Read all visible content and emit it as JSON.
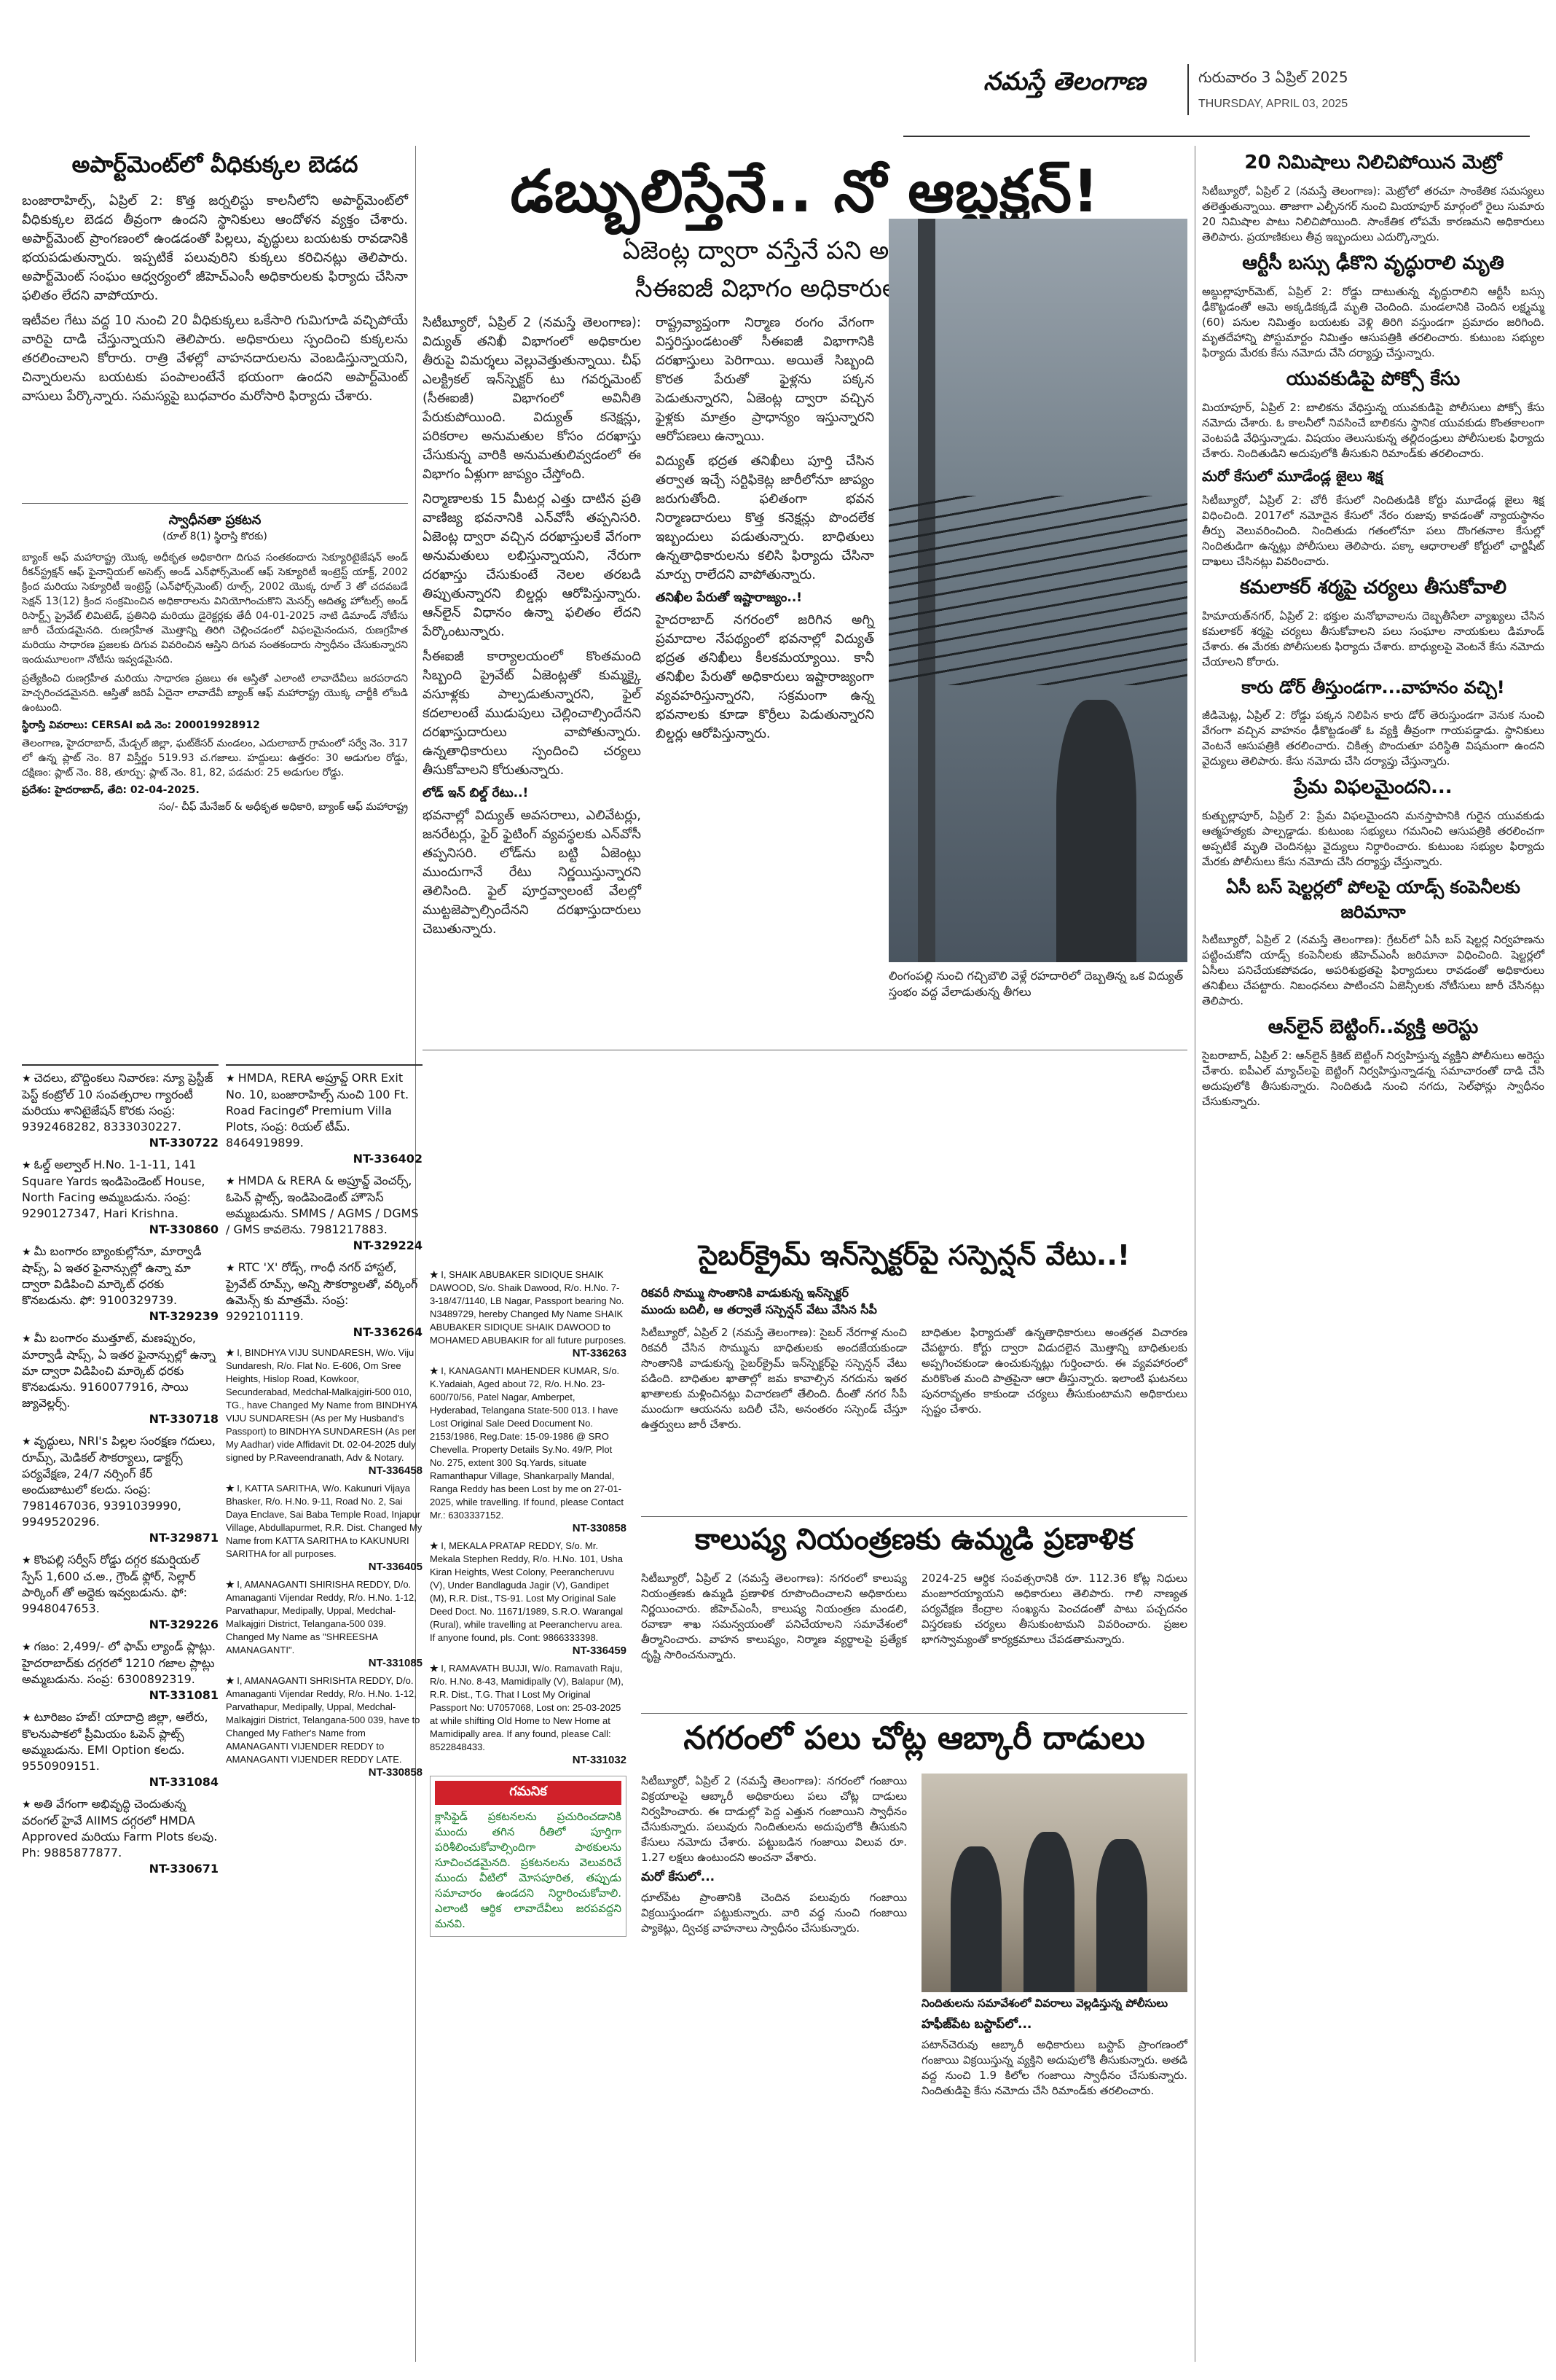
{
  "masthead": {
    "logo": "నమస్తే తెలంగాణ",
    "date_te": "గురువారం 3 ఏప్రిల్ 2025",
    "date_en": "THURSDAY, APRIL 03, 2025"
  },
  "col1": {
    "headline": "అపార్ట్‌మెంట్‌లో వీధికుక్కల బెడద",
    "body": [
      "బంజారాహిల్స్, ఏప్రిల్ 2: కొత్త జర్నలిస్టు కాలనీలోని అపార్ట్‌మెంట్‌లో వీధికుక్కల బెడద తీవ్రంగా ఉందని స్థానికులు ఆందోళన వ్యక్తం చేశారు. అపార్ట్‌మెంట్ ప్రాంగణంలో ఉండడంతో పిల్లలు, వృద్ధులు బయటకు రావడానికి భయపడుతున్నారు. ఇప్పటికే పలువురిని కుక్కలు కరిచినట్లు తెలిపారు. అపార్ట్‌మెంట్ సంఘం ఆధ్వర్యంలో జీహెచ్‌ఎంసీ అధికారులకు ఫిర్యాదు చేసినా ఫలితం లేదని వాపోయారు.",
      "ఇటీవల గేటు వద్ద 10 నుంచి 20 వీధికుక్కలు ఒకేసారి గుమిగూడి వచ్చిపోయే వారిపై దాడి చేస్తున్నాయని తెలిపారు. అధికారులు స్పందించి కుక్కలను తరలించాలని కోరారు. రాత్రి వేళల్లో వాహనదారులను వెంబడిస్తున్నాయని, చిన్నారులను బయటకు పంపాలంటేనే భయంగా ఉందని అపార్ట్‌మెంట్ వాసులు పేర్కొన్నారు. సమస్యపై బుధవారం మరోసారి ఫిర్యాదు చేశారు."
    ],
    "notice_title": "స్వాధీనతా ప్రకటన",
    "notice_sub": "(రూల్ 8(1) స్థిరాస్తి కొరకు)",
    "notice_body": [
      "బ్యాంక్ ఆఫ్ మహారాష్ట్ర యొక్క అధీకృత అధికారిగా దిగువ సంతకందారు సెక్యూరిటైజేషన్ అండ్ రీకన్‌స్ట్రక్షన్ ఆఫ్ ఫైనాన్షియల్ అసెట్స్ అండ్ ఎన్‌ఫోర్స్‌మెంట్ ఆఫ్ సెక్యూరిటీ ఇంట్రెస్ట్ యాక్ట్, 2002 క్రింద మరియు సెక్యూరిటీ ఇంట్రెస్ట్ (ఎన్‌ఫోర్స్‌మెంట్) రూల్స్, 2002 యొక్క రూల్ 3 తో చదవబడే సెక్షన్ 13(12) క్రింద సంక్రమించిన అధికారాలను వినియోగించుకొని మెసర్స్ ఆదిత్య హోటల్స్ అండ్ రిసార్ట్స్ ప్రైవేట్ లిమిటెడ్, ప్రతినిధి మరియు డైరెక్టర్లకు తేదీ 04-01-2025 నాటి డిమాండ్ నోటీసు జారీ చేయడమైనది. రుణగ్రహీత మొత్తాన్ని తిరిగి చెల్లించడంలో విఫలమైనందున, రుణగ్రహీత మరియు సాధారణ ప్రజలకు దిగువ వివరించిన ఆస్తిని దిగువ సంతకందారు స్వాధీనం చేసుకున్నారని ఇందుమూలంగా నోటీసు ఇవ్వడమైనది.",
      "ప్రత్యేకించి రుణగ్రహీత మరియు సాధారణ ప్రజలు ఈ ఆస్తితో ఎలాంటి లావాదేవీలు జరపరాదని హెచ్చరించడమైనది. ఆస్తితో జరిపే ఏదైనా లావాదేవీ బ్యాంక్ ఆఫ్ మహారాష్ట్ర యొక్క చార్జీకి లోబడి ఉంటుంది."
    ],
    "notice_prop_title": "స్థిరాస్తి వివరాలు:",
    "notice_cersai": "స్థిరాస్తి వివరాలు: CERSAI ఐడి నెం: 200019928912",
    "notice_prop": "తెలంగాణ, హైదరాబాద్, మేడ్చల్ జిల్లా, ఘట్‌కేసర్ మండలం, ఎదులాబాద్ గ్రామంలో సర్వే నెం. 317 లో ఉన్న ప్లాట్ నెం. 87 విస్తీర్ణం 519.93 చ.గజాలు. హద్దులు: ఉత్తరం: 30 అడుగుల రోడ్డు, దక్షిణం: ప్లాట్ నెం. 88, తూర్పు: ప్లాట్ నెం. 81, 82, పడమర: 25 అడుగుల రోడ్డు.",
    "notice_place": "ప్రదేశం: హైదరాబాద్, తేది: 02-04-2025.",
    "notice_sign": "సం/- చీఫ్ మేనేజర్ & అధీకృత అధికారి, బ్యాంక్ ఆఫ్ మహారాష్ట్ర"
  },
  "main": {
    "headline": "డబ్బులిస్తేనే.. నో ఆబ్జక్షన్!",
    "deck1": "ఏజెంట్ల ద్వారా వస్తేనే పని అవుతుంది..",
    "deck2": "సీఈఐజీ విభాగం అధికారుల తీరిది..",
    "col_a": [
      "సిటీబ్యూరో, ఏప్రిల్ 2 (నమస్తే తెలంగాణ): విద్యుత్ తనిఖీ విభాగంలో అధికారుల తీరుపై విమర్శలు వెల్లువెత్తుతున్నాయి. చీఫ్ ఎలక్ట్రికల్ ఇన్‌స్పెక్టర్ టు గవర్నమెంట్ (సీఈఐజీ) విభాగంలో అవినీతి పేరుకుపోయింది. విద్యుత్ కనెక్షన్లు, పరికరాల అనుమతుల కోసం దరఖాస్తు చేసుకున్న వారికి అనుమతులివ్వడంలో ఈ విభాగం ఏళ్లుగా జాప్యం చేస్తోంది.",
      "నిర్మాణాలకు 15 మీటర్ల ఎత్తు దాటిన ప్రతి వాణిజ్య భవనానికి ఎన్‌వోసీ తప్పనిసరి. ఏజెంట్ల ద్వారా వచ్చిన దరఖాస్తులకే వేగంగా అనుమతులు లభిస్తున్నాయని, నేరుగా దరఖాస్తు చేసుకుంటే నెలల తరబడి తిప్పుతున్నారని బిల్డర్లు ఆరోపిస్తున్నారు. ఆన్‌లైన్ విధానం ఉన్నా ఫలితం లేదని పేర్కొంటున్నారు.",
      "సీఈఐజీ కార్యాలయంలో కొంతమంది సిబ్బంది ప్రైవేట్ ఏజెంట్లతో కుమ్మక్కై వసూళ్లకు పాల్పడుతున్నారని, ఫైల్ కదలాలంటే ముడుపులు చెల్లించాల్సిందేనని దరఖాస్తుదారులు వాపోతున్నారు. ఉన్నతాధికారులు స్పందించి చర్యలు తీసుకోవాలని కోరుతున్నారు."
    ],
    "col_a_sub": "లోడ్ ఇన్ బిల్డ్ రేటు..!",
    "col_a_tail": "భవనాల్లో విద్యుత్ అవసరాలు, ఎలివేటర్లు, జనరేటర్లు, ఫైర్ ఫైటింగ్ వ్యవస్థలకు ఎన్‌వోసీ తప్పనిసరి. లోడ్‌ను బట్టి ఏజెంట్లు ముందుగానే రేటు నిర్ణయిస్తున్నారని తెలిసింది. ఫైల్ పూర్తవ్వాలంటే వేలల్లో ముట్టజెప్పాల్సిందేనని దరఖాస్తుదారులు చెబుతున్నారు.",
    "col_b": [
      "రాష్ట్రవ్యాప్తంగా నిర్మాణ రంగం వేగంగా విస్తరిస్తుండటంతో సీఈఐజీ విభాగానికి దరఖాస్తులు పెరిగాయి. అయితే సిబ్బంది కొరత పేరుతో ఫైళ్లను పక్కన పెడుతున్నారని, ఏజెంట్ల ద్వారా వచ్చిన ఫైళ్లకు మాత్రం ప్రాధాన్యం ఇస్తున్నారని ఆరోపణలు ఉన్నాయి.",
      "విద్యుత్ భద్రత తనిఖీలు పూర్తి చేసిన తర్వాత ఇచ్చే సర్టిఫికెట్ల జారీలోనూ జాప్యం జరుగుతోంది. ఫలితంగా భవన నిర్మాణదారులు కొత్త కనెక్షన్లు పొందలేక ఇబ్బందులు పడుతున్నారు. బాధితులు ఉన్నతాధికారులను కలిసి ఫిర్యాదు చేసినా మార్పు రాలేదని వాపోతున్నారు."
    ],
    "col_b_sub": "తనిఖీల పేరుతో ఇష్టారాజ్యం..!",
    "col_b_tail": "హైదరాబాద్ నగరంలో జరిగిన అగ్ని ప్రమాదాల నేపథ్యంలో భవనాల్లో విద్యుత్ భద్రత తనిఖీలు కీలకమయ్యాయి. కానీ తనిఖీల పేరుతో అధికారులు ఇష్టారాజ్యంగా వ్యవహరిస్తున్నారని, సక్రమంగా ఉన్న భవనాలకు కూడా కొర్రీలు పెడుతున్నారని బిల్డర్లు ఆరోపిస్తున్నారు.",
    "photo_caption": "లింగంపల్లి నుంచి గచ్చిబౌలి వెళ్లే రహదారిలో దెబ్బతిన్న ఒక విద్యుత్ స్తంభం వద్ద వేలాడుతున్న తీగలు"
  },
  "col5": {
    "metro": {
      "headline": "20 నిమిషాలు నిలిచిపోయిన మెట్రో",
      "body": "సిటీబ్యూరో, ఏప్రిల్ 2 (నమస్తే తెలంగాణ): మెట్రోలో తరచూ సాంకేతిక సమస్యలు తలెత్తుతున్నాయి. తాజాగా ఎల్బీనగర్ నుంచి మియాపూర్ మార్గంలో రైలు సుమారు 20 నిమిషాల పాటు నిలిచిపోయింది. సాంకేతిక లోపమే కారణమని అధికారులు తెలిపారు. ప్రయాణికులు తీవ్ర ఇబ్బందులు ఎదుర్కొన్నారు."
    },
    "accident": {
      "headline": "ఆర్టీసీ బస్సు ఢీకొని వృద్ధురాలి మృతి",
      "body": "అబ్దుల్లాపూర్‌మెట్, ఏప్రిల్ 2: రోడ్డు దాటుతున్న వృద్ధురాలిని ఆర్టీసీ బస్సు ఢీకొట్టడంతో ఆమె అక్కడికక్కడే మృతి చెందింది. మండలానికి చెందిన లక్ష్మమ్మ (60) పనుల నిమిత్తం బయటకు వెళ్లి తిరిగి వస్తుండగా ప్రమాదం జరిగింది. మృతదేహాన్ని పోస్టుమార్టం నిమిత్తం ఆసుపత్రికి తరలించారు. కుటుంబ సభ్యుల ఫిర్యాదు మేరకు కేసు నమోదు చేసి దర్యాప్తు చేస్తున్నారు."
    },
    "pocso": {
      "headline": "యువకుడిపై పోక్సో కేసు",
      "body": "మియాపూర్, ఏప్రిల్ 2: బాలికను వేధిస్తున్న యువకుడిపై పోలీసులు పోక్సో కేసు నమోదు చేశారు. ఓ కాలనీలో నివసించే బాలికను స్థానిక యువకుడు కొంతకాలంగా వెంటపడి వేధిస్తున్నాడు. విషయం తెలుసుకున్న తల్లిదండ్రులు పోలీసులకు ఫిర్యాదు చేశారు. నిందితుడిని అదుపులోకి తీసుకుని రిమాండ్‌కు తరలించారు."
    },
    "jail": {
      "headline": "మరో కేసులో మూడేండ్ల జైలు శిక్ష",
      "body": "సిటీబ్యూరో, ఏప్రిల్ 2: చోరీ కేసులో నిందితుడికి కోర్టు మూడేండ్ల జైలు శిక్ష విధించింది. 2017లో నమోదైన కేసులో నేరం రుజువు కావడంతో న్యాయస్థానం తీర్పు వెలువరించింది. నిందితుడు గతంలోనూ పలు దొంగతనాల కేసుల్లో నిందితుడిగా ఉన్నట్లు పోలీసులు తెలిపారు. పక్కా ఆధారాలతో కోర్టులో ఛార్జిషీట్ దాఖలు చేసినట్లు వివరించారు."
    },
    "kamalakar": {
      "headline": "కమలాకర్ శర్మపై చర్యలు తీసుకోవాలి",
      "body": "హిమాయత్‌నగర్, ఏప్రిల్ 2: భక్తుల మనోభావాలను దెబ్బతీసేలా వ్యాఖ్యలు చేసిన కమలాకర్ శర్మపై చర్యలు తీసుకోవాలని పలు సంఘాల నాయకులు డిమాండ్ చేశారు. ఈ మేరకు పోలీసులకు ఫిర్యాదు చేశారు. బాధ్యులపై వెంటనే కేసు నమోదు చేయాలని కోరారు."
    },
    "car": {
      "headline": "కారు డోర్ తీస్తుండగా...వాహనం వచ్చి!",
      "body": "జీడిమెట్ల, ఏప్రిల్ 2: రోడ్డు పక్కన నిలిపిన కారు డోర్ తెరుస్తుండగా వెనుక నుంచి వేగంగా వచ్చిన వాహనం ఢీకొట్టడంతో ఓ వ్యక్తి తీవ్రంగా గాయపడ్డాడు. స్థానికులు వెంటనే ఆసుపత్రికి తరలించారు. చికిత్స పొందుతూ పరిస్థితి విషమంగా ఉందని వైద్యులు తెలిపారు. కేసు నమోదు చేసి దర్యాప్తు చేస్తున్నారు."
    },
    "love": {
      "headline": "ప్రేమ విఫలమైందని...",
      "body": "కుత్బుల్లాపూర్, ఏప్రిల్ 2: ప్రేమ విఫలమైందని మనస్తాపానికి గురైన యువకుడు ఆత్మహత్యకు పాల్పడ్డాడు. కుటుంబ సభ్యులు గమనించి ఆసుపత్రికి తరలించగా అప్పటికే మృతి చెందినట్లు వైద్యులు నిర్ధారించారు. కుటుంబ సభ్యుల ఫిర్యాదు మేరకు పోలీసులు కేసు నమోదు చేసి దర్యాప్తు చేస్తున్నారు."
    },
    "ac_bus": {
      "headline": "ఏసీ బస్ షెల్టర్లలో పోలపై యాడ్స్ కంపెనీలకు జరిమానా",
      "body": "సిటీబ్యూరో, ఏప్రిల్ 2 (నమస్తే తెలంగాణ): గ్రేటర్‌లో ఏసీ బస్ షెల్టర్ల నిర్వహణను పట్టించుకోని యాడ్స్ కంపెనీలకు జీహెచ్‌ఎంసీ జరిమానా విధించింది. షెల్టర్లలో ఏసీలు పనిచేయకపోవడం, అపరిశుభ్రతపై ఫిర్యాదులు రావడంతో అధికారులు తనిఖీలు చేపట్టారు. నిబంధనలు పాటించని ఏజెన్సీలకు నోటీసులు జారీ చేసినట్లు తెలిపారు."
    },
    "betting": {
      "headline": "ఆన్‌లైన్ బెట్టింగ్..వ్యక్తి అరెస్టు",
      "body": "సైబరాబాద్, ఏప్రిల్ 2: ఆన్‌లైన్ క్రికెట్ బెట్టింగ్ నిర్వహిస్తున్న వ్యక్తిని పోలీసులు అరెస్టు చేశారు. ఐపీఎల్ మ్యాచ్‌లపై బెట్టింగ్ నిర్వహిస్తున్నాడన్న సమాచారంతో దాడి చేసి అదుపులోకి తీసుకున్నారు. నిందితుడి నుంచి నగదు, సెల్‌ఫోన్లు స్వాధీనం చేసుకున్నారు."
    }
  },
  "cyber": {
    "headline": "సైబర్‌క్రైమ్ ఇన్‌స్పెక్టర్‌పై సస్పెన్షన్ వేటు..!",
    "sub1": "రికవరీ సొమ్ము సొంతానికి వాడుకున్న ఇన్‌స్పెక్టర్",
    "sub2": "ముందు బదిలీ, ఆ తర్వాతే సస్పెన్షన్ వేటు వేసిన సీపీ",
    "col_a": "సిటీబ్యూరో, ఏప్రిల్ 2 (నమస్తే తెలంగాణ): సైబర్ నేరగాళ్ల నుంచి రికవరీ చేసిన సొమ్మును బాధితులకు అందజేయకుండా సొంతానికి వాడుకున్న సైబర్‌క్రైమ్ ఇన్‌స్పెక్టర్‌పై సస్పెన్షన్ వేటు పడింది. బాధితుల ఖాతాల్లో జమ కావాల్సిన నగదును ఇతర ఖాతాలకు మళ్లించినట్లు విచారణలో తేలింది. దీంతో నగర సీపీ ముందుగా ఆయనను బదిలీ చేసి, అనంతరం సస్పెండ్ చేస్తూ ఉత్తర్వులు జారీ చేశారు.",
    "col_b": "బాధితుల ఫిర్యాదుతో ఉన్నతాధికారులు అంతర్గత విచారణ చేపట్టారు. కోర్టు ద్వారా విడుదలైన మొత్తాన్ని బాధితులకు అప్పగించకుండా ఉంచుకున్నట్లు గుర్తించారు. ఈ వ్యవహారంలో మరికొంత మంది పాత్రపైనా ఆరా తీస్తున్నారు. ఇలాంటి ఘటనలు పునరావృతం కాకుండా చర్యలు తీసుకుంటామని అధికారులు స్పష్టం చేశారు."
  },
  "pollution": {
    "headline": "కాలుష్య నియంత్రణకు ఉమ్మడి ప్రణాళిక",
    "col_a": "సిటీబ్యూరో, ఏప్రిల్ 2 (నమస్తే తెలంగాణ): నగరంలో కాలుష్య నియంత్రణకు ఉమ్మడి ప్రణాళిక రూపొందించాలని అధికారులు నిర్ణయించారు. జీహెచ్‌ఎంసీ, కాలుష్య నియంత్రణ మండలి, రవాణా శాఖ సమన్వయంతో పనిచేయాలని సమావేశంలో తీర్మానించారు. వాహన కాలుష్యం, నిర్మాణ వ్యర్థాలపై ప్రత్యేక దృష్టి సారించనున్నారు.",
    "col_b": "2024-25 ఆర్థిక సంవత్సరానికి రూ. 112.36 కోట్ల నిధులు మంజూరయ్యాయని అధికారులు తెలిపారు. గాలి నాణ్యత పర్యవేక్షణ కేంద్రాల సంఖ్యను పెంచడంతో పాటు పచ్చదనం విస్తరణకు చర్యలు తీసుకుంటామని వివరించారు. ప్రజల భాగస్వామ్యంతో కార్యక్రమాలు చేపడతామన్నారు."
  },
  "excise": {
    "headline": "నగరంలో పలు చోట్ల ఆబ్కారీ దాడులు",
    "col_a": "సిటీబ్యూరో, ఏప్రిల్ 2 (నమస్తే తెలంగాణ): నగరంలో గంజాయి విక్రయాలపై ఆబ్కారీ అధికారులు పలు చోట్ల దాడులు నిర్వహించారు. ఈ దాడుల్లో పెద్ద ఎత్తున గంజాయిని స్వాధీనం చేసుకున్నారు. పలువురు నిందితులను అదుపులోకి తీసుకుని కేసులు నమోదు చేశారు. పట్టుబడిన గంజాయి విలువ రూ. 1.27 లక్షలు ఉంటుందని అంచనా వేశారు.",
    "col_a_tail": "మరో కేసులో...",
    "col_a_tail2": "ధూల్‌పేట ప్రాంతానికి చెందిన పలువురు గంజాయి విక్రయిస్తుండగా పట్టుకున్నారు. వారి వద్ద నుంచి గంజాయి ప్యాకెట్లు, ద్విచక్ర వాహనాలు స్వాధీనం చేసుకున్నారు.",
    "photo_caption": "నిందితులను సమావేశంలో వివరాలు వెల్లడిస్తున్న పోలీసులు",
    "col_b_sub": "హఫీజ్‌పేట బస్టాప్‌లో...",
    "col_b": "పటాన్‌చెరువు ఆబ్కారీ అధికారులు బస్టాప్ ప్రాంగణంలో గంజాయి విక్రయిస్తున్న వ్యక్తిని అదుపులోకి తీసుకున్నారు. అతడి వద్ద నుంచి 1.9 కిలోల గంజాయి స్వాధీనం చేసుకున్నారు. నిందితుడిపై కేసు నమోదు చేసి రిమాండ్‌కు తరలించారు."
  },
  "classifieds_left": [
    {
      "text": "చెదలు, బొద్దింకలు నివారణ: న్యూ ప్రెస్టీజ్ పెస్ట్ కంట్రోల్ 10 సంవత్సరాల గ్యారంటీ మరియు శానిటైజేషన్ కొరకు సంప్ర: 9392468282, 8333030227.",
      "nt": "NT-330722"
    },
    {
      "text": "ఓల్డ్ అల్వాల్ H.No. 1-1-11, 141 Square Yards ఇండిపెండెంట్ House, North Facing అమ్మబడును. సంప్ర: 9290127347, Hari Krishna.",
      "nt": "NT-330860"
    },
    {
      "text": "మీ బంగారం బ్యాంకుల్లోనూ, మార్వాడీ షాప్స్, ఏ ఇతర ఫైనాన్సుల్లో ఉన్నా మా ద్వారా విడిపించి మార్కెట్ ధరకు కొనబడును. ఫో: 9100329739.",
      "nt": "NT-329239"
    },
    {
      "text": "మీ బంగారం ముత్తూట్, మణప్పురం, మార్వాడీ షాప్స్, ఏ ఇతర ఫైనాన్సుల్లో ఉన్నా మా ద్వారా విడిపించి మార్కెట్ ధరకు కొనబడును. 9160077916, సాయి జ్యువెల్లర్స్.",
      "nt": "NT-330718"
    },
    {
      "text": "వృద్ధులు, NRI's పిల్లల సంరక్షణ గదులు, రూమ్స్, మెడికల్ సౌకర్యాలు, డాక్టర్స్ పర్యవేక్షణ, 24/7 నర్సింగ్ కేర్ అందుబాటులో కలదు. సంప్ర: 7981467036, 9391039990, 9949520296.",
      "nt": "NT-329871"
    },
    {
      "text": "కొంపల్లి సర్వీస్ రోడ్డు దగ్గర కమర్షియల్ స్పేస్ 1,600 చ.అ., గ్రౌండ్ ఫ్లోర్, సెల్లార్ పార్కింగ్ తో అద్దెకు ఇవ్వబడును. ఫో: 9948047653.",
      "nt": "NT-329226"
    },
    {
      "text": "గజం: 2,499/- లో ఫామ్ ల్యాండ్ ప్లాట్లు. హైదరాబాద్‌కు దగ్గరలో 1210 గజాల ప్లాట్లు అమ్మబడును. సంప్ర: 6300892319.",
      "nt": "NT-331081"
    },
    {
      "text": "టూరిజం హబ్! యాదాద్రి జిల్లా, ఆలేరు, కొలనుపాకలో ప్రీమియం ఓపెన్ ప్లాట్స్ అమ్మబడును. EMI Option కలదు. 9550909151.",
      "nt": "NT-331084"
    },
    {
      "text": "అతి వేగంగా అభివృద్ధి చెందుతున్న వరంగల్ హైవే AIIMS దగ్గరలో HMDA Approved మరియు Farm Plots కలవు. Ph: 9885877877.",
      "nt": "NT-330671"
    }
  ],
  "classifieds_mid": [
    {
      "text": "HMDA, RERA అప్రూవ్డ్ ORR Exit No. 10, బంజారాహిల్స్ నుంచి 100 Ft. Road Facingలో Premium Villa Plots, సంప్ర: రియల్ టీమ్. 8464919899.",
      "nt": "NT-336402"
    },
    {
      "text": "HMDA & RERA & అప్రూవ్డ్ వెంచర్స్, ఓపెన్ ప్లాట్స్, ఇండిపెండెంట్ హౌసెస్ అమ్మబడును. SMMS / AGMS / DGMS / GMS కావలెను. 7981217883.",
      "nt": "NT-329224"
    },
    {
      "text": "RTC 'X' రోడ్స్, గాంధీ నగర్ హాస్టల్, ప్రైవేట్ రూమ్స్, అన్ని సౌకర్యాలతో, వర్కింగ్ ఉమెన్స్ కు మాత్రమే. సంప్ర: 9292101119.",
      "nt": "NT-336264"
    }
  ],
  "notices": [
    {
      "text": "I, BINDHYA VIJU SUNDARESH, W/o. Viju Sundaresh, R/o. Flat No. E-606, Om Sree Heights, Hislop Road, Kowkoor, Secunderabad, Medchal-Malkajgiri-500 010, TG., have Changed My Name from BINDHYA VIJU SUNDARESH (As per My Husband's Passport) to BINDHYA SUNDARESH (As per My Aadhar) vide Affidavit Dt. 02-04-2025 duly signed by P.Raveendranath, Adv & Notary.",
      "nt": "NT-336458"
    },
    {
      "text": "I, KATTA SARITHA, W/o. Kakunuri Vijaya Bhasker, R/o. H.No. 9-11, Road No. 2, Sai Daya Enclave, Sai Baba Temple Road, Injapur Village, Abdullapurmet, R.R. Dist. Changed My Name from KATTA SARITHA to KAKUNURI SARITHA for all purposes.",
      "nt": "NT-336405"
    },
    {
      "text": "I, AMANAGANTI SHIRISHA REDDY, D/o. Amanaganti Vijendar Reddy, R/o. H.No. 1-12, Parvathapur, Medipally, Uppal, Medchal-Malkajgiri District, Telangana-500 039. Changed My Name as \"SHREESHA AMANAGANTI\".",
      "nt": "NT-331085"
    },
    {
      "text": "I, AMANAGANTI SHRISHTA REDDY, D/o. Amanaganti Vijendar Reddy, R/o. H.No. 1-12, Parvathapur, Medipally, Uppal, Medchal-Malkajgiri District, Telangana-500 039, have to Changed My Father's Name from AMANAGANTI VIJENDER REDDY to AMANAGANTI VIJENDER REDDY LATE.",
      "nt": "NT-330858"
    }
  ],
  "notices_right": [
    {
      "text": "I, SHAIK ABUBAKER SIDIQUE SHAIK DAWOOD, S/o. Shaik Dawood, R/o. H.No. 7-3-18/47/1140, LB Nagar, Passport bearing No. N3489729, hereby Changed My Name SHAIK ABUBAKER SIDIQUE SHAIK DAWOOD to MOHAMED ABUBAKIR for all future purposes.",
      "nt": "NT-336263"
    },
    {
      "text": "I, KANAGANTI MAHENDER KUMAR, S/o. K.Yadaiah, Aged about 72, R/o. H.No. 23-600/70/56, Patel Nagar, Amberpet, Hyderabad, Telangana State-500 013. I have Lost Original Sale Deed Document No. 2153/1986, Reg.Date: 15-09-1986 @ SRO Chevella. Property Details Sy.No. 49/P, Plot No. 275, extent 300 Sq.Yards, situate Ramanthapur Village, Shankarpally Mandal, Ranga Reddy has been Lost by me on 27-01-2025, while travelling. If found, please Contact Mr.: 6303337152.",
      "nt": "NT-330858"
    },
    {
      "text": "I, MEKALA PRATAP REDDY, S/o. Mr. Mekala Stephen Reddy, R/o. H.No. 101, Usha Kiran Heights, West Colony, Peerancheruvu (V), Under Bandlaguda Jagir (V), Gandipet (M), R.R. Dist., TS-91. Lost My Original Sale Deed Doct. No. 11671/1989, S.R.O. Warangal (Rural), while travelling at Peeranchervu area. If anyone found, pls. Cont: 9866333398.",
      "nt": "NT-336459"
    },
    {
      "text": "I, RAMAVATH BUJJI, W/o. Ramavath Raju, R/o. H.No. 8-43, Mamidipally (V), Balapur (M), R.R. Dist., T.G. That I Lost My Original Passport No: U7057068, Lost on: 25-03-2025 at while shifting Old Home to New Home at Mamidipally area. If any found, please Call: 8522848433.",
      "nt": "NT-331032"
    }
  ],
  "gamanika": {
    "title": "గమనిక",
    "body": "క్లాసిఫైడ్ ప్రకటనలను ప్రచురించడానికి ముందు తగిన రీతిలో పూర్తిగా పరిశీలించుకోవాల్సిందిగా పాఠకులను సూచించడమైనది. ప్రకటనలను వెలువరిచే ముందు వీటిలో మోసపూరిత, తప్పుడు సమాచారం ఉండదని నిర్ధారించుకోవాలి. ఎలాంటి ఆర్థిక లావాదేవీలు జరపవద్దని మనవి."
  },
  "colors": {
    "ink": "#111111",
    "rule": "#333333",
    "gamanika_red": "#d0212a",
    "gamanika_green": "#1a7a2a"
  }
}
